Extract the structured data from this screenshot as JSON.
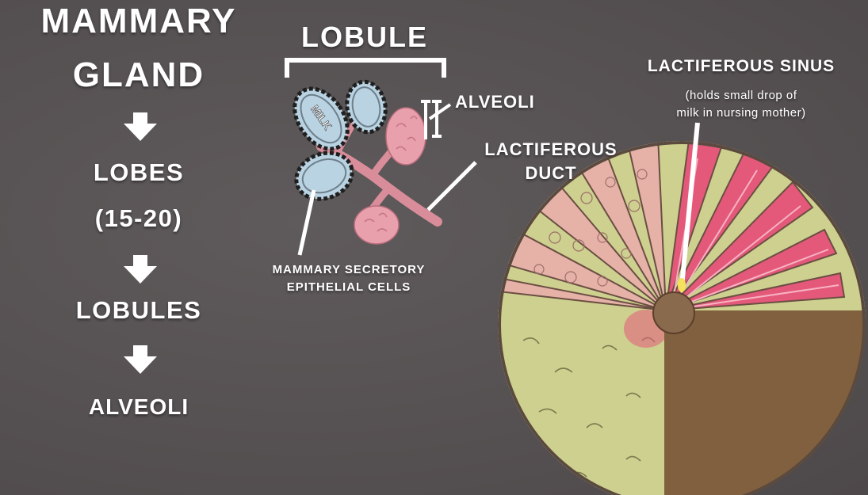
{
  "hierarchy": {
    "title_line1": "MAMMARY",
    "title_line2": "GLAND",
    "lobes": "LOBES",
    "lobes_count": "(15-20)",
    "lobules": "LOBULES",
    "alveoli": "ALVEOLI"
  },
  "lobule_diagram": {
    "title": "LOBULE",
    "alveoli_label": "ALVEOLI",
    "duct_line1": "LACTIFEROUS",
    "duct_line2": "DUCT",
    "cells_line1": "MAMMARY SECRETORY",
    "cells_line2": "EPITHELIAL CELLS",
    "milk_label": "MILK"
  },
  "gland_diagram": {
    "sinus_label": "LACTIFEROUS SINUS",
    "sinus_note_line1": "(holds small drop of",
    "sinus_note_line2": "milk in nursing mother)"
  },
  "colors": {
    "background": "#575253",
    "text": "#ffffff",
    "alveolus_milk": "#b9d3e3",
    "alveolus_pink": "#e9a0ad",
    "duct": "#d98d9b",
    "fat_tissue": "#cdd08e",
    "lobe_light": "#e6b2a8",
    "lobe_pink": "#e4597a",
    "areola": "#8a6a4c",
    "skin_brown": "#80603f"
  }
}
